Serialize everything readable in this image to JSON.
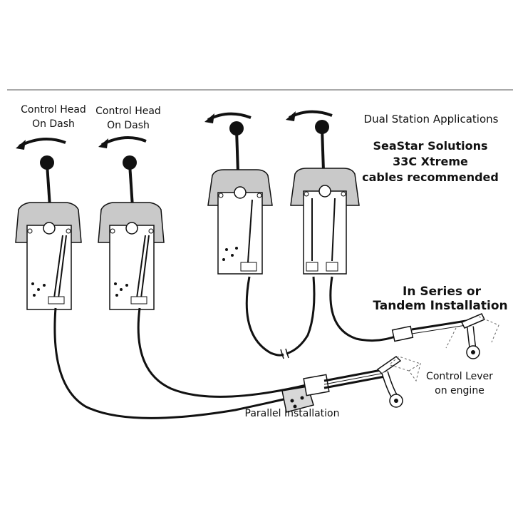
{
  "labels": {
    "control_head_1": [
      "Control Head",
      "On Dash"
    ],
    "control_head_2": [
      "Control Head",
      "On Dash"
    ],
    "dual_station_title": "Dual Station Applications",
    "seastar_lines": [
      "SeaStar Solutions",
      "33C Xtreme",
      "cables recommended"
    ],
    "in_series_lines": [
      "In Series or",
      "Tandem Installation"
    ],
    "control_lever_lines": [
      "Control Lever",
      "on engine"
    ],
    "parallel_installation": "Parallel Installation"
  },
  "colors": {
    "line": "#1a1a1a",
    "head_fill": "#c9c9c9",
    "panel_fill": "#ffffff",
    "knob": "#111111"
  }
}
